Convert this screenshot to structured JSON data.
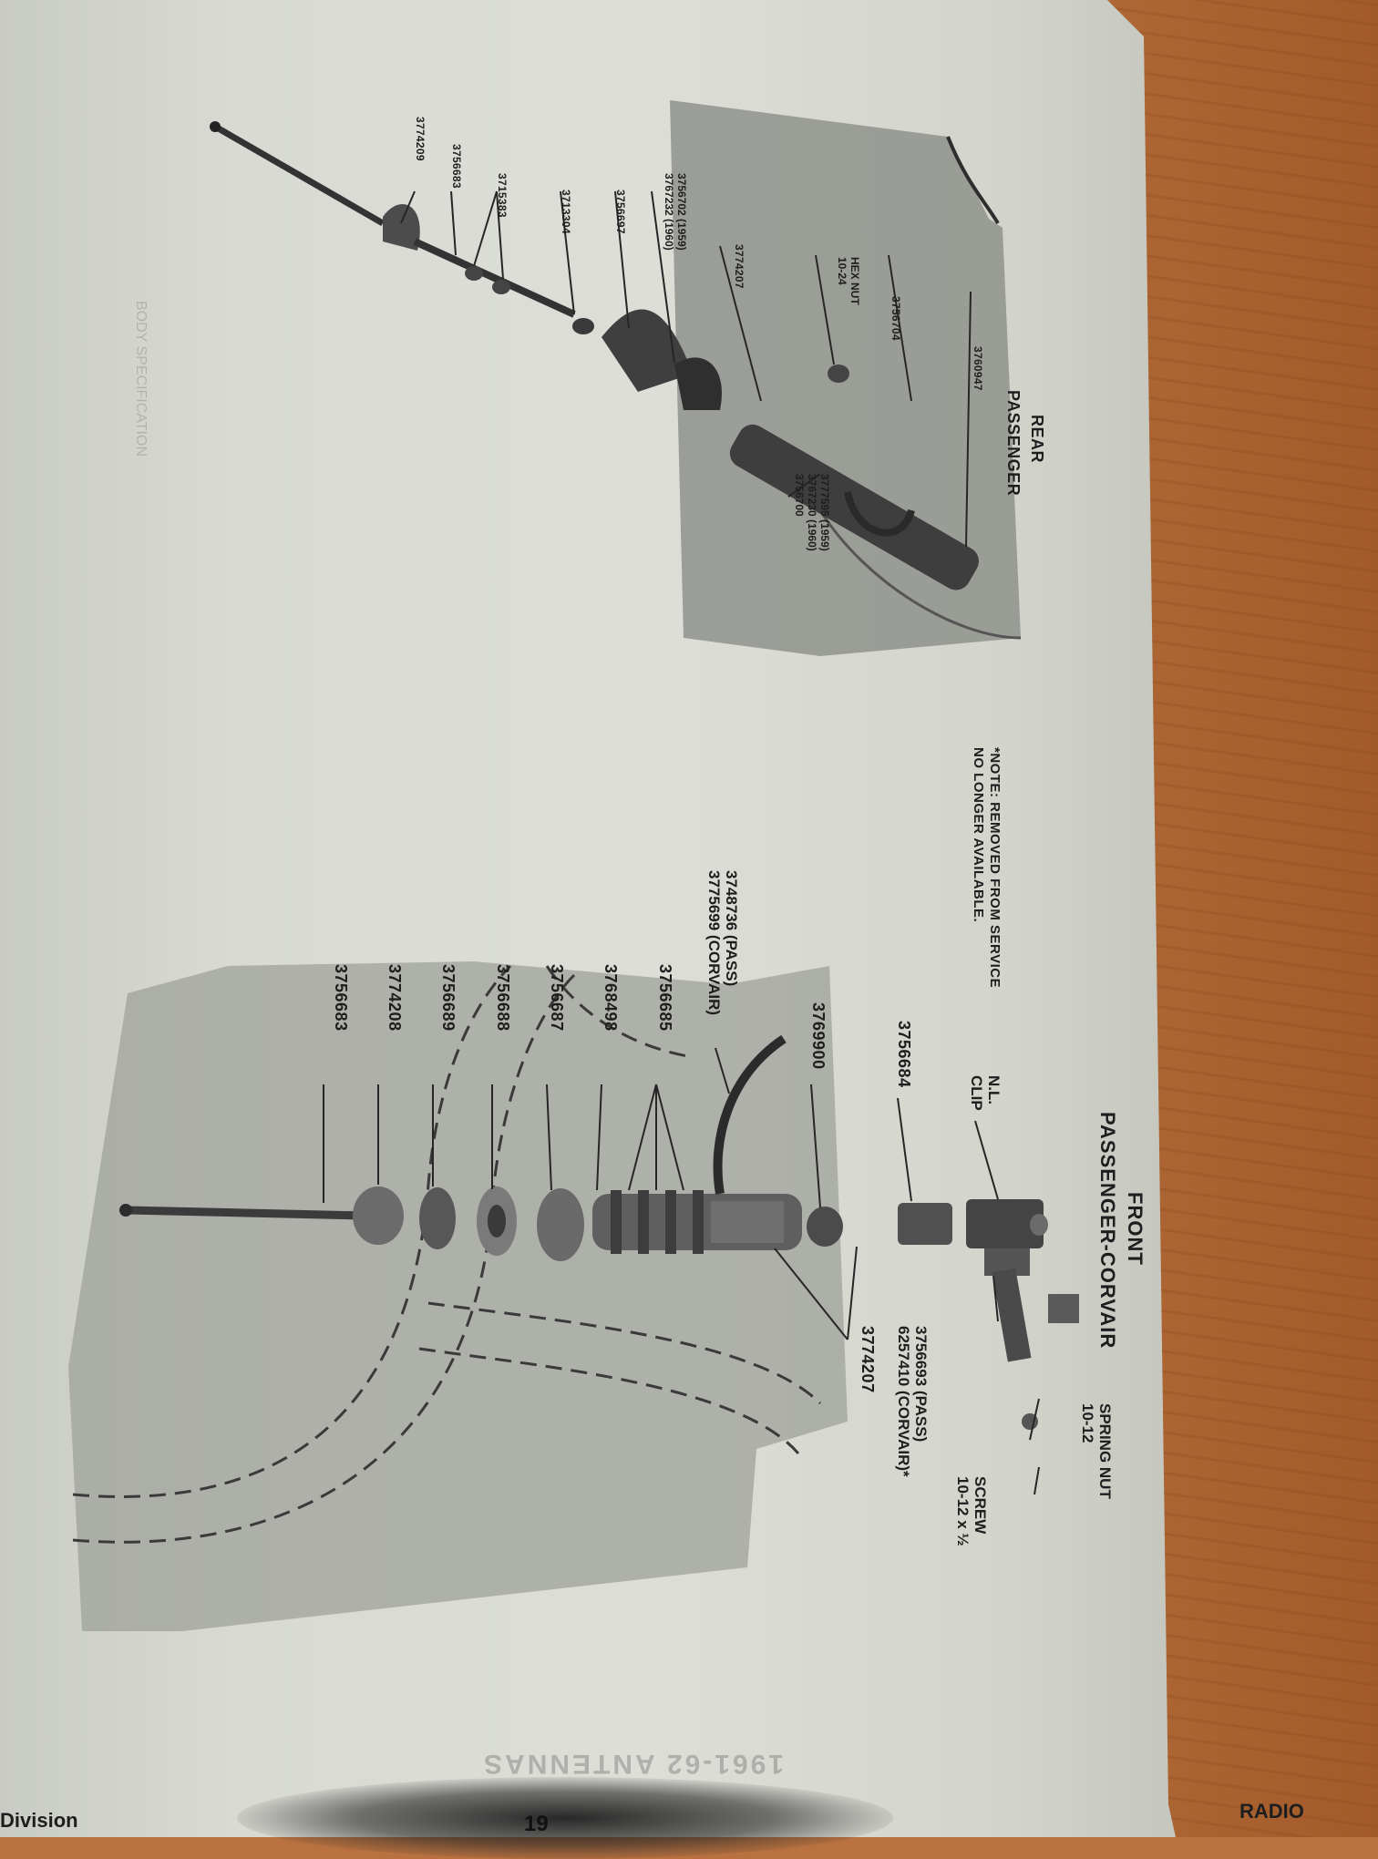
{
  "footer": {
    "left_text": "Division",
    "page_number": "19",
    "right_text": "RADIO"
  },
  "watermark": {
    "mirrored_title": "1961-62 ANTENNAS"
  },
  "front_diagram": {
    "title": "PASSENGER-CORVAIR",
    "subtitle": "FRONT",
    "labels": {
      "p1": "3756683",
      "p2": "3774208",
      "p3": "3756689",
      "p4": "3756688",
      "p5": "3756687",
      "p6": "3768498",
      "p7": "3756685",
      "p8": "3748736 (PASS)\n3775699 (CORVAIR)",
      "p9": "3769900",
      "p10": "3756684",
      "p11": "N.L.\nCLIP",
      "p12": "3774207",
      "p13": "3756693 (PASS)\n6257410 (CORVAIR)*",
      "p14": "SCREW\n10-12 x ½",
      "p15": "SPRING NUT\n10-12"
    },
    "note": "*NOTE: REMOVED FROM SERVICE\nNO LONGER AVAILABLE."
  },
  "rear_diagram": {
    "title": "PASSENGER",
    "subtitle": "REAR",
    "labels": {
      "r1": "3774209",
      "r2": "3756683",
      "r3": "3715383",
      "r4": "3713304",
      "r5": "3756697",
      "r6": "3756702 (1959)\n3767232 (1960)",
      "r7": "3774207",
      "r8": "HEX NUT\n10-24",
      "r9": "3756704",
      "r10": "3760947",
      "r11": "3777595 (1959)\n3767230 (1960)\n3756700"
    }
  }
}
